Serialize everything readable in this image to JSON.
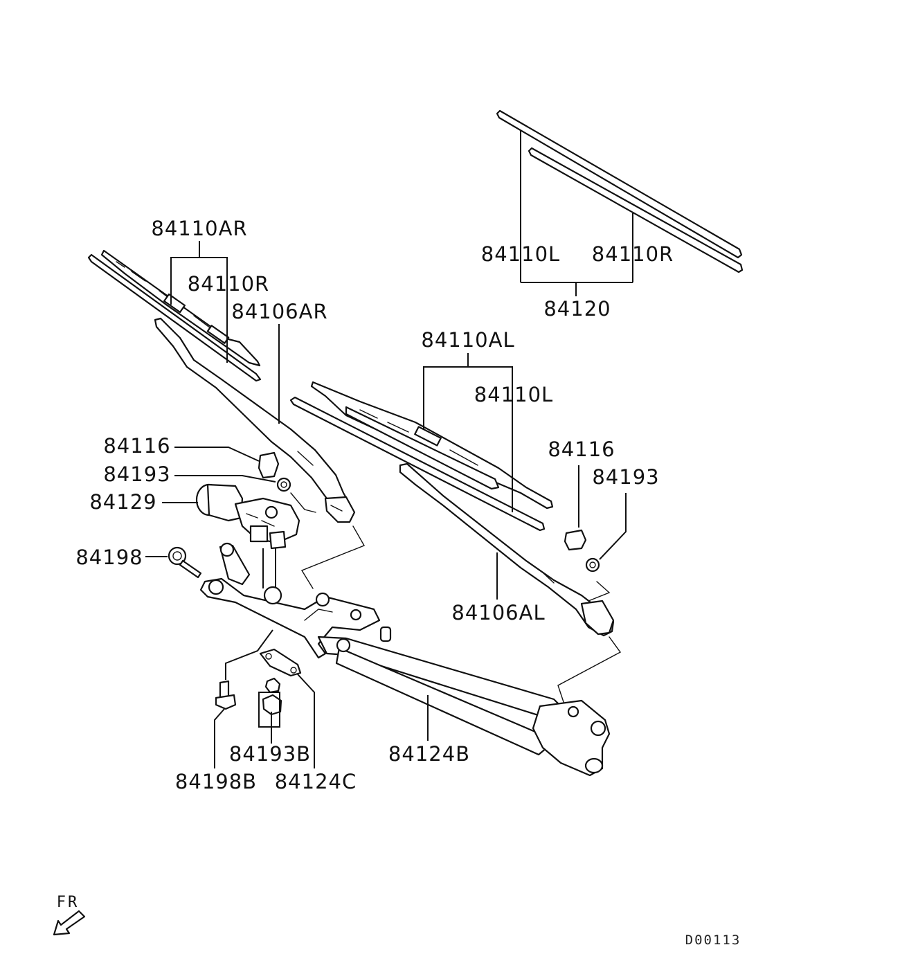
{
  "labels": {
    "p84110AR": "84110AR",
    "p84110R_right": "84110R",
    "p84106AR": "84106AR",
    "p84110L_top": "84110L",
    "p84110R_top": "84110R",
    "p84120": "84120",
    "p84110AL": "84110AL",
    "p84110L_left": "84110L",
    "p84116_left": "84116",
    "p84193_left": "84193",
    "p84129": "84129",
    "p84198": "84198",
    "p84116_right": "84116",
    "p84193_right": "84193",
    "p84106AL": "84106AL",
    "p84193B": "84193B",
    "p84124B": "84124B",
    "p84198B": "84198B",
    "p84124C": "84124C"
  },
  "orientation_label": "FR",
  "diagram_code": "D00113"
}
